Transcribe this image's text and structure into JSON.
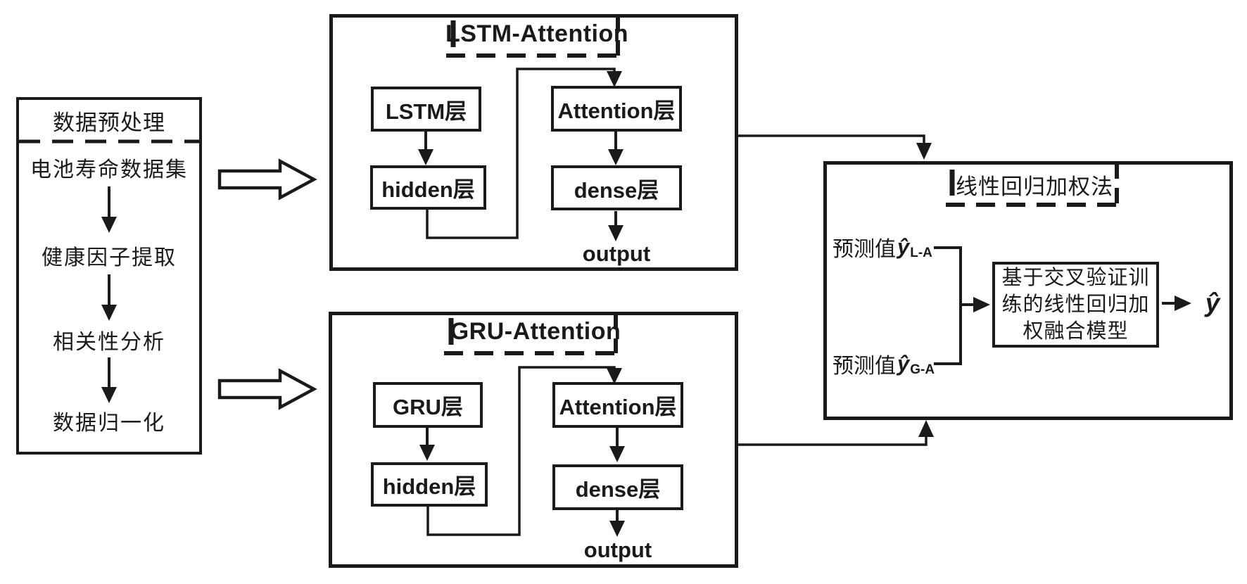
{
  "palette": {
    "ink": "#1a1a1a",
    "background": "#ffffff"
  },
  "preprocess": {
    "title": "数据预处理",
    "steps": [
      "电池寿命数据集",
      "健康因子提取",
      "相关性分析",
      "数据归一化"
    ]
  },
  "lstm": {
    "title": "LSTM-Attention",
    "nodes": {
      "rnn": "LSTM层",
      "hidden": "hidden层",
      "attention": "Attention层",
      "dense": "dense层"
    },
    "output": "output"
  },
  "gru": {
    "title": "GRU-Attention",
    "nodes": {
      "rnn": "GRU层",
      "hidden": "hidden层",
      "attention": "Attention层",
      "dense": "dense层"
    },
    "output": "output"
  },
  "fusion": {
    "title": "线性回归加权法",
    "pred_lstm": {
      "prefix": "预测值",
      "symbol": "ŷ",
      "subscript": "L-A"
    },
    "pred_gru": {
      "prefix": "预测值",
      "symbol": "ŷ",
      "subscript": "G-A"
    },
    "model_lines": [
      "基于交叉验证训",
      "练的线性回归加",
      "权融合模型"
    ],
    "final_output": "ŷ"
  }
}
